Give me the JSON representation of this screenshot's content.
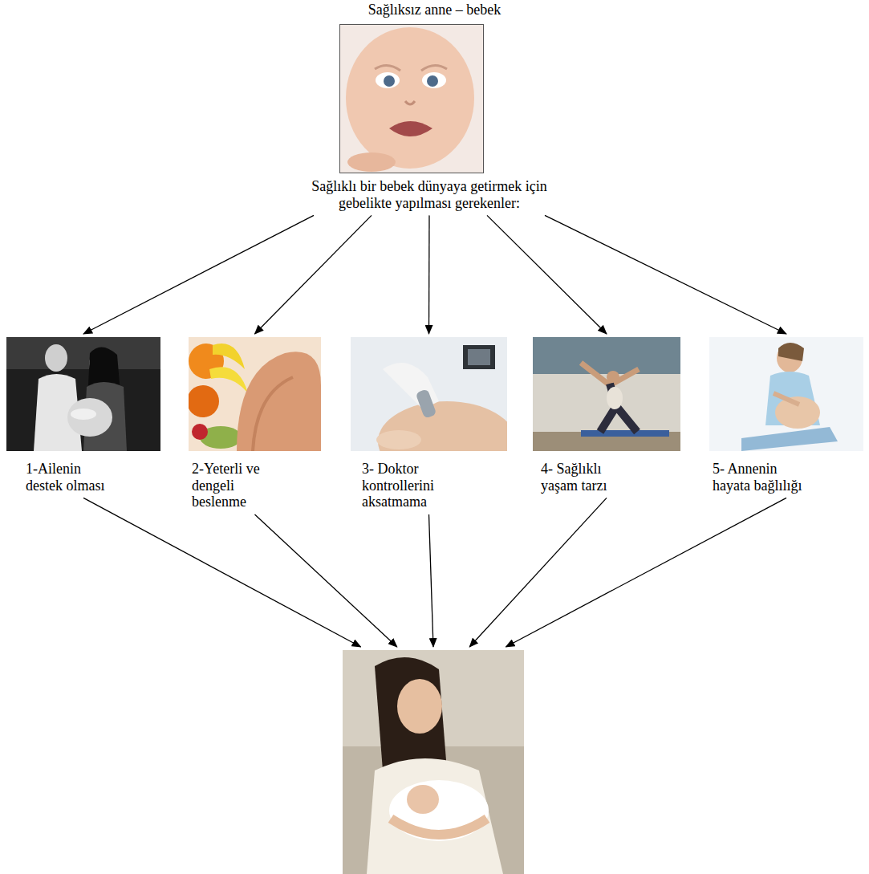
{
  "diagram": {
    "title": "Sağlıksız anne – bebek",
    "nodes": [
      {
        "text": [
          "Sağlıklı bir bebek dünyaya getirmek için gebelikte yapılması gerekenler:"
        ]
      },
      {
        "text": [
          "1-Ailenin destek olması"
        ]
      },
      {
        "text": [
          "2-Yeterli ve dengeli beslenme"
        ]
      },
      {
        "text": [
          "3- Doktor kontrollerini aksatmama"
        ]
      },
      {
        "text": [
          "4- Sağlıklı yaşam tarzı"
        ]
      },
      {
        "text": [
          "5- Annenin hayata bağlılığı"
        ]
      },
      {
        "text": []
      }
    ],
    "edges": [
      {
        "from": 0,
        "to": 1,
        "arrow": "to"
      },
      {
        "from": 0,
        "to": 2,
        "arrow": "to"
      },
      {
        "from": 0,
        "to": 3,
        "arrow": "to"
      },
      {
        "from": 0,
        "to": 4,
        "arrow": "to"
      },
      {
        "from": 0,
        "to": 5,
        "arrow": "to"
      },
      {
        "from": 1,
        "to": 6,
        "arrow": "to"
      },
      {
        "from": 2,
        "to": 6,
        "arrow": "to"
      },
      {
        "from": 3,
        "to": 6,
        "arrow": "to"
      },
      {
        "from": 4,
        "to": 6,
        "arrow": "to"
      },
      {
        "from": 5,
        "to": 6,
        "arrow": "to"
      }
    ]
  }
}
